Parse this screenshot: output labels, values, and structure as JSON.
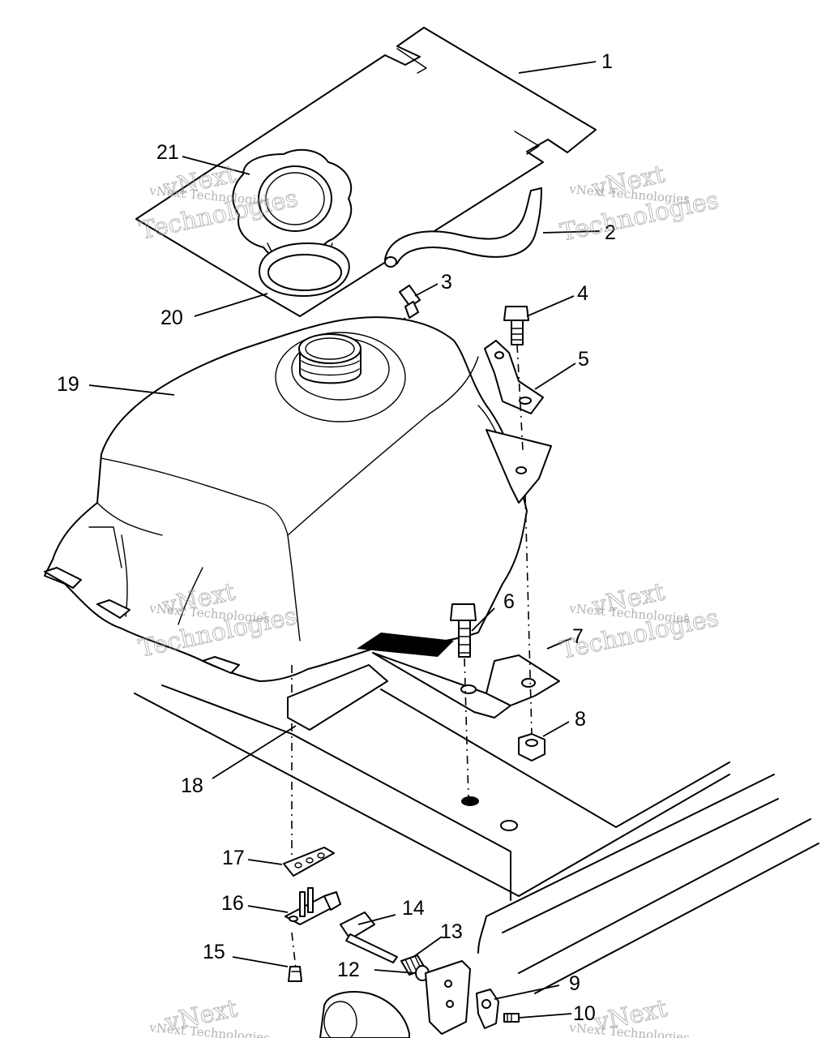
{
  "watermark": {
    "line1": "vNext Technologies",
    "line2a": "vNext",
    "line2b": "Technologies"
  },
  "callouts": [
    {
      "id": "1",
      "label": "1"
    },
    {
      "id": "2",
      "label": "2"
    },
    {
      "id": "3",
      "label": "3"
    },
    {
      "id": "4",
      "label": "4"
    },
    {
      "id": "5",
      "label": "5"
    },
    {
      "id": "6",
      "label": "6"
    },
    {
      "id": "7",
      "label": "7"
    },
    {
      "id": "8",
      "label": "8"
    },
    {
      "id": "9",
      "label": "9"
    },
    {
      "id": "10",
      "label": "10"
    },
    {
      "id": "12",
      "label": "12"
    },
    {
      "id": "13",
      "label": "13"
    },
    {
      "id": "14",
      "label": "14"
    },
    {
      "id": "15",
      "label": "15"
    },
    {
      "id": "16",
      "label": "16"
    },
    {
      "id": "17",
      "label": "17"
    },
    {
      "id": "18",
      "label": "18"
    },
    {
      "id": "19",
      "label": "19"
    },
    {
      "id": "20",
      "label": "20"
    },
    {
      "id": "21",
      "label": "21"
    }
  ]
}
